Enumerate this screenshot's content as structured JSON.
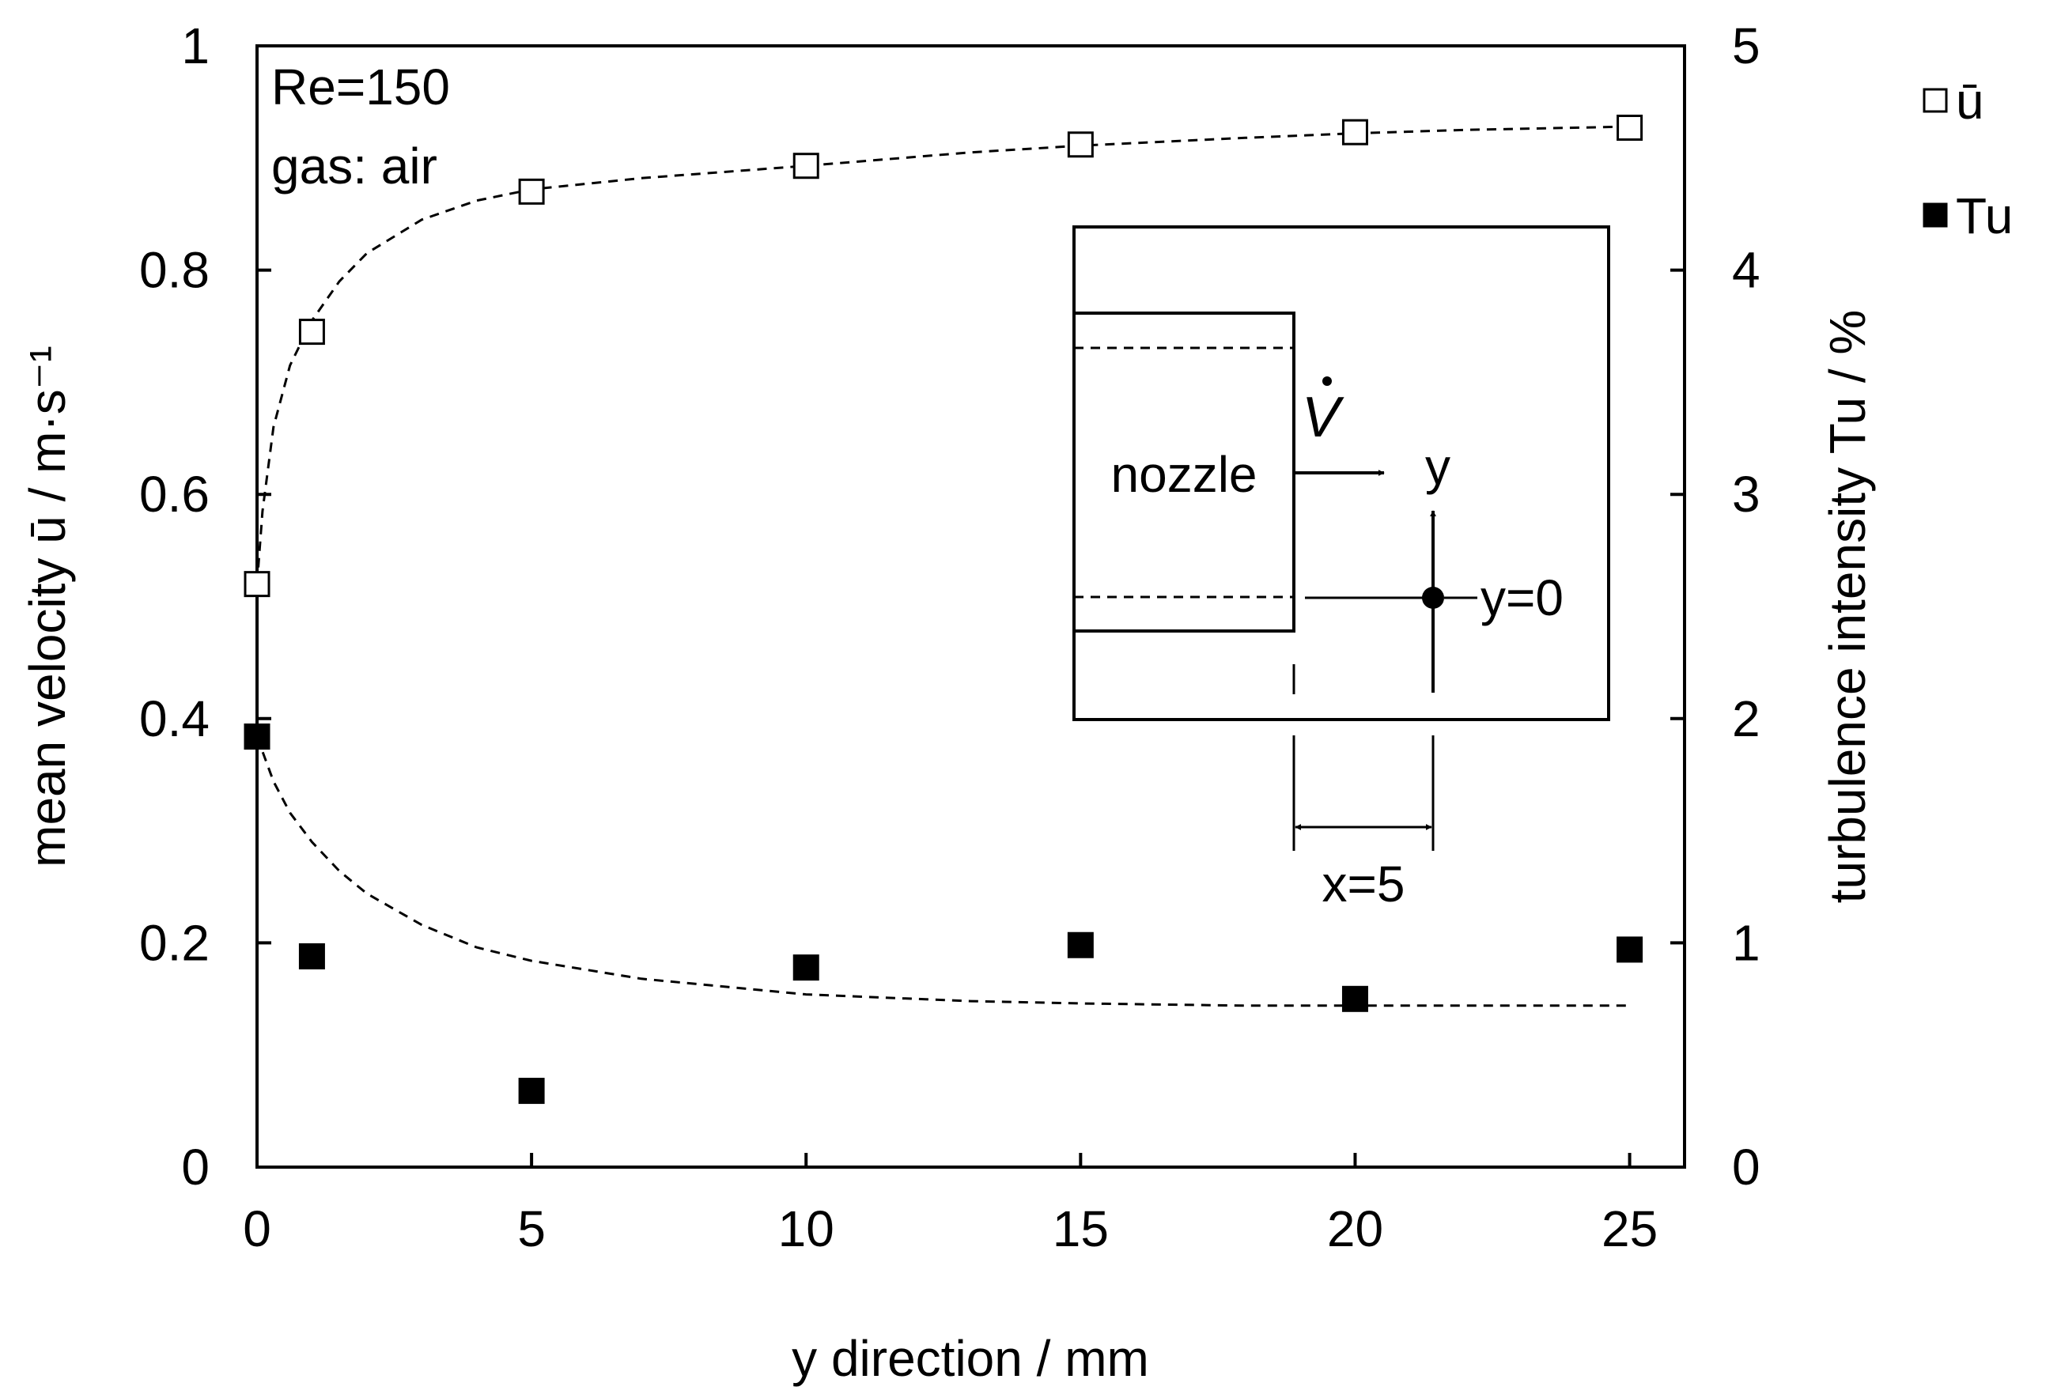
{
  "chart_data": {
    "type": "scatter",
    "xlabel": "y direction / mm",
    "ylabel": "mean velocity ū / m·s⁻¹",
    "y2label": "turbulence intensity Tu / %",
    "xlim": [
      0,
      26
    ],
    "ylim": [
      0,
      1
    ],
    "y2lim": [
      0,
      5
    ],
    "x_ticks": [
      0,
      5,
      10,
      15,
      20,
      25
    ],
    "y_ticks": [
      0,
      0.2,
      0.4,
      0.6,
      0.8,
      1
    ],
    "y_tick_labels": [
      "0",
      "0.2",
      "0.4",
      "0.6",
      "0.8",
      "1"
    ],
    "y2_ticks": [
      0,
      1,
      2,
      3,
      4,
      5
    ],
    "grid": false,
    "legend_position": "top-right outside plot",
    "series": [
      {
        "name": "ū",
        "axis": "left",
        "marker": "open-square",
        "x": [
          0,
          1,
          5,
          10,
          15,
          20,
          25
        ],
        "y": [
          0.52,
          0.745,
          0.87,
          0.893,
          0.912,
          0.923,
          0.927
        ],
        "fit": {
          "style": "dashed",
          "x": [
            0,
            0.1,
            0.3,
            0.6,
            1,
            1.5,
            2,
            3,
            4,
            5,
            7,
            10,
            13,
            15,
            18,
            20,
            22,
            25
          ],
          "y": [
            0.52,
            0.585,
            0.66,
            0.715,
            0.755,
            0.79,
            0.815,
            0.845,
            0.862,
            0.872,
            0.882,
            0.893,
            0.905,
            0.911,
            0.918,
            0.922,
            0.925,
            0.928
          ]
        }
      },
      {
        "name": "Tu",
        "axis": "right",
        "marker": "filled-square",
        "x": [
          0,
          1,
          5,
          10,
          15,
          20,
          25
        ],
        "y": [
          1.92,
          0.94,
          0.34,
          0.89,
          0.99,
          0.75,
          0.97
        ],
        "fit": {
          "style": "dashed",
          "x": [
            0,
            0.3,
            0.6,
            1,
            1.5,
            2,
            3,
            4,
            5,
            7,
            10,
            13,
            15,
            18,
            20,
            22,
            25
          ],
          "y": [
            1.92,
            1.72,
            1.58,
            1.45,
            1.32,
            1.22,
            1.08,
            0.98,
            0.92,
            0.84,
            0.77,
            0.74,
            0.73,
            0.72,
            0.72,
            0.72,
            0.72
          ]
        }
      }
    ],
    "annotations": [
      "Re=150",
      "gas: air"
    ]
  },
  "inset": {
    "nozzle_label": "nozzle",
    "flow_symbol": "V",
    "y_axis_label": "y",
    "origin_label": "y=0",
    "distance_label": "x=5"
  },
  "colors": {
    "ink": "#000000",
    "background": "#ffffff"
  }
}
